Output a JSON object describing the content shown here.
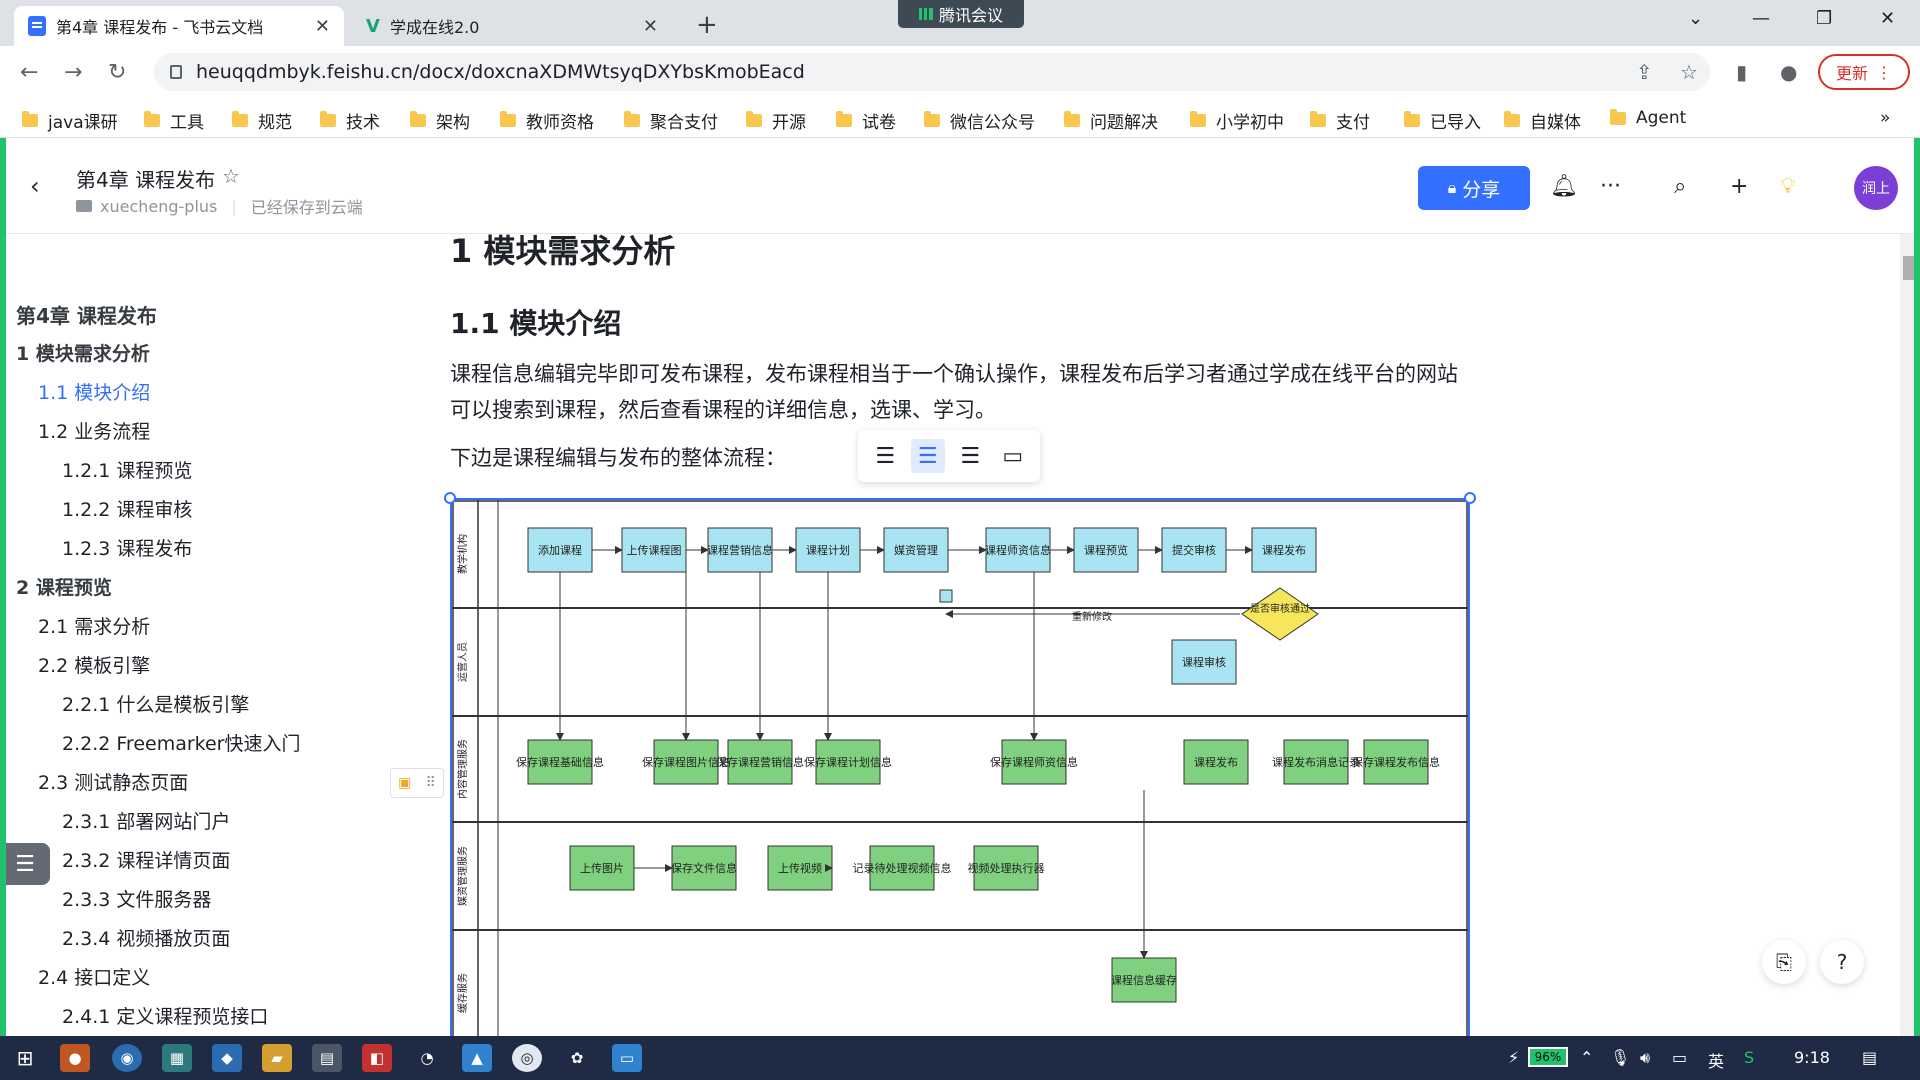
{
  "browser": {
    "tabs": [
      {
        "title": "第4章 课程发布 - 飞书云文档",
        "close": "✕"
      },
      {
        "title": "学成在线2.0",
        "close": "✕"
      }
    ],
    "new_tab": "+",
    "meeting": "腾讯会议",
    "url": "heuqqdmbyk.feishu.cn/docx/doxcnaXDMWtsyqDXYbsKmobEacd",
    "update_label": "更新",
    "bookmarks": [
      "java课研",
      "工具",
      "规范",
      "技术",
      "架构",
      "教师资格",
      "聚合支付",
      "开源",
      "试卷",
      "微信公众号",
      "问题解决",
      "小学初中",
      "支付",
      "已导入",
      "自媒体",
      "Agent"
    ],
    "bookmarks_more": "»"
  },
  "doc": {
    "title": "第4章 课程发布",
    "folder": "xuecheng-plus",
    "saved": "已经保存到云端",
    "share_label": "分享",
    "avatar": "润上"
  },
  "toc": [
    {
      "label": "第4章 课程发布",
      "level": 0
    },
    {
      "label": "1 模块需求分析",
      "level": 1
    },
    {
      "label": "1.1 模块介绍",
      "level": 2,
      "active": true
    },
    {
      "label": "1.2 业务流程",
      "level": 2
    },
    {
      "label": "1.2.1 课程预览",
      "level": 3
    },
    {
      "label": "1.2.2 课程审核",
      "level": 3
    },
    {
      "label": "1.2.3 课程发布",
      "level": 3
    },
    {
      "label": "2 课程预览",
      "level": 1
    },
    {
      "label": "2.1 需求分析",
      "level": 2
    },
    {
      "label": "2.2 模板引擎",
      "level": 2
    },
    {
      "label": "2.2.1 什么是模板引擎",
      "level": 3
    },
    {
      "label": "2.2.2 Freemarker快速入门",
      "level": 3
    },
    {
      "label": "2.3 测试静态页面",
      "level": 2
    },
    {
      "label": "2.3.1 部署网站门户",
      "level": 3
    },
    {
      "label": "2.3.2 课程详情页面",
      "level": 3
    },
    {
      "label": "2.3.3 文件服务器",
      "level": 3
    },
    {
      "label": "2.3.4 视频播放页面",
      "level": 3
    },
    {
      "label": "2.4 接口定义",
      "level": 2
    },
    {
      "label": "2.4.1 定义课程预览接口",
      "level": 3
    }
  ],
  "content": {
    "h1": "1 模块需求分析",
    "h2": "1.1 模块介绍",
    "paragraph": "课程信息编辑完毕即可发布课程，发布课程相当于一个确认操作，课程发布后学习者通过学成在线平台的网站可以搜索到课程，然后查看课程的详细信息，选课、学习。",
    "paragraph2": "下边是课程编辑与发布的整体流程："
  },
  "diagram": {
    "lanes": [
      "教学机构",
      "运营人员",
      "内容管理服务",
      "媒资管理服务",
      "缓存服务"
    ],
    "lane1": [
      "添加课程",
      "上传课程图",
      "课程营销信息",
      "课程计划",
      "媒资管理",
      "课程师资信息",
      "课程预览",
      "提交审核",
      "课程发布"
    ],
    "decision": "是否审核通过",
    "review": "课程审核",
    "rework": "重新修改",
    "lane3": [
      "保存课程基础信息",
      "保存课程图片信息",
      "保存课程营销信息",
      "保存课程计划信息",
      "保存课程师资信息",
      "课程发布",
      "课程发布消息记录",
      "保存课程发布信息"
    ],
    "lane4": [
      "上传图片",
      "保存文件信息",
      "上传视频",
      "记录待处理视频信息",
      "视频处理执行器"
    ],
    "lane5": [
      "课程信息缓存"
    ]
  },
  "taskbar": {
    "battery": "96%",
    "ime": "英",
    "time": "9:18"
  }
}
